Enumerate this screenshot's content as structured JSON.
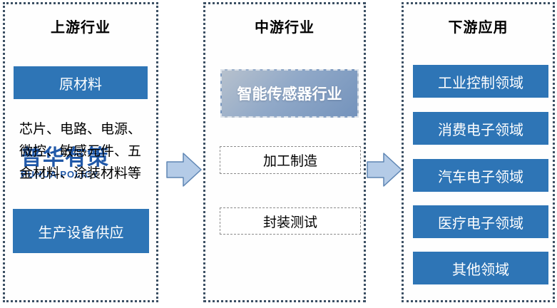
{
  "colors": {
    "primary_blue": "#2e75b6",
    "panel_border": "#3c5064",
    "arrow_fill": "#b4cbe7",
    "arrow_border": "#5f86b4",
    "watermark_blue": "#2058a8"
  },
  "upstream": {
    "title": "上游行业",
    "raw_materials_label": "原材料",
    "materials_text": "芯片、电路、电源、微控、敏感元件、五金材料、涂装材料等",
    "equipment_label": "生产设备供应"
  },
  "midstream": {
    "title": "中游行业",
    "industry_label": "智能传感器行业",
    "steps": [
      "加工制造",
      "封装测试"
    ]
  },
  "downstream": {
    "title": "下游应用",
    "items": [
      "工业控制领域",
      "消费电子领域",
      "汽车电子领域",
      "医疗电子领域",
      "其他领域"
    ]
  },
  "watermark": {
    "cn": "普华有策",
    "en": "PUHUA POLICY"
  }
}
